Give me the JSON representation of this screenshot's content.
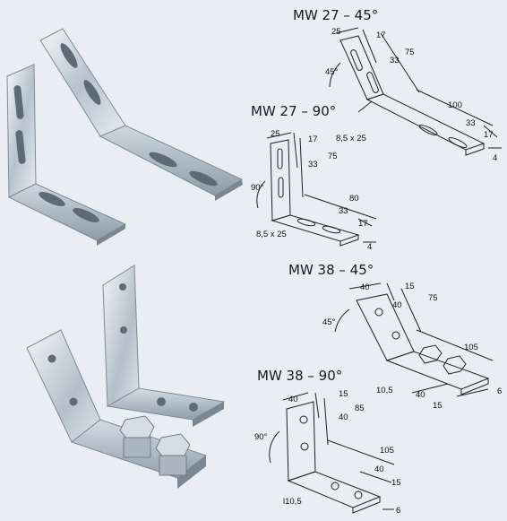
{
  "diagrams": [
    {
      "title": "MW 27 – 45°",
      "labels": [
        "25",
        "17",
        "33",
        "75",
        "45°",
        "100",
        "33",
        "17",
        "4",
        "8,5 x 25"
      ]
    },
    {
      "title": "MW 27 – 90°",
      "labels": [
        "25",
        "17",
        "33",
        "75",
        "90°",
        "80",
        "33",
        "17",
        "4",
        "8,5 x 25"
      ]
    },
    {
      "title": "MW 38 – 45°",
      "labels": [
        "40",
        "15",
        "40",
        "75",
        "45°",
        "105",
        "10,5",
        "40",
        "15",
        "6"
      ]
    },
    {
      "title": "MW 38 – 90°",
      "labels": [
        "40",
        "15",
        "40",
        "85",
        "90°",
        "105",
        "40",
        "15",
        "l10,5",
        "6"
      ]
    }
  ],
  "colors": {
    "background": "#e8eef4",
    "line": "#222222",
    "metal_light": "#dfe6ec",
    "metal_dark": "#8c99a6"
  },
  "photos": [
    {
      "name": "mw27-brackets-photo"
    },
    {
      "name": "mw38-brackets-photo"
    }
  ]
}
